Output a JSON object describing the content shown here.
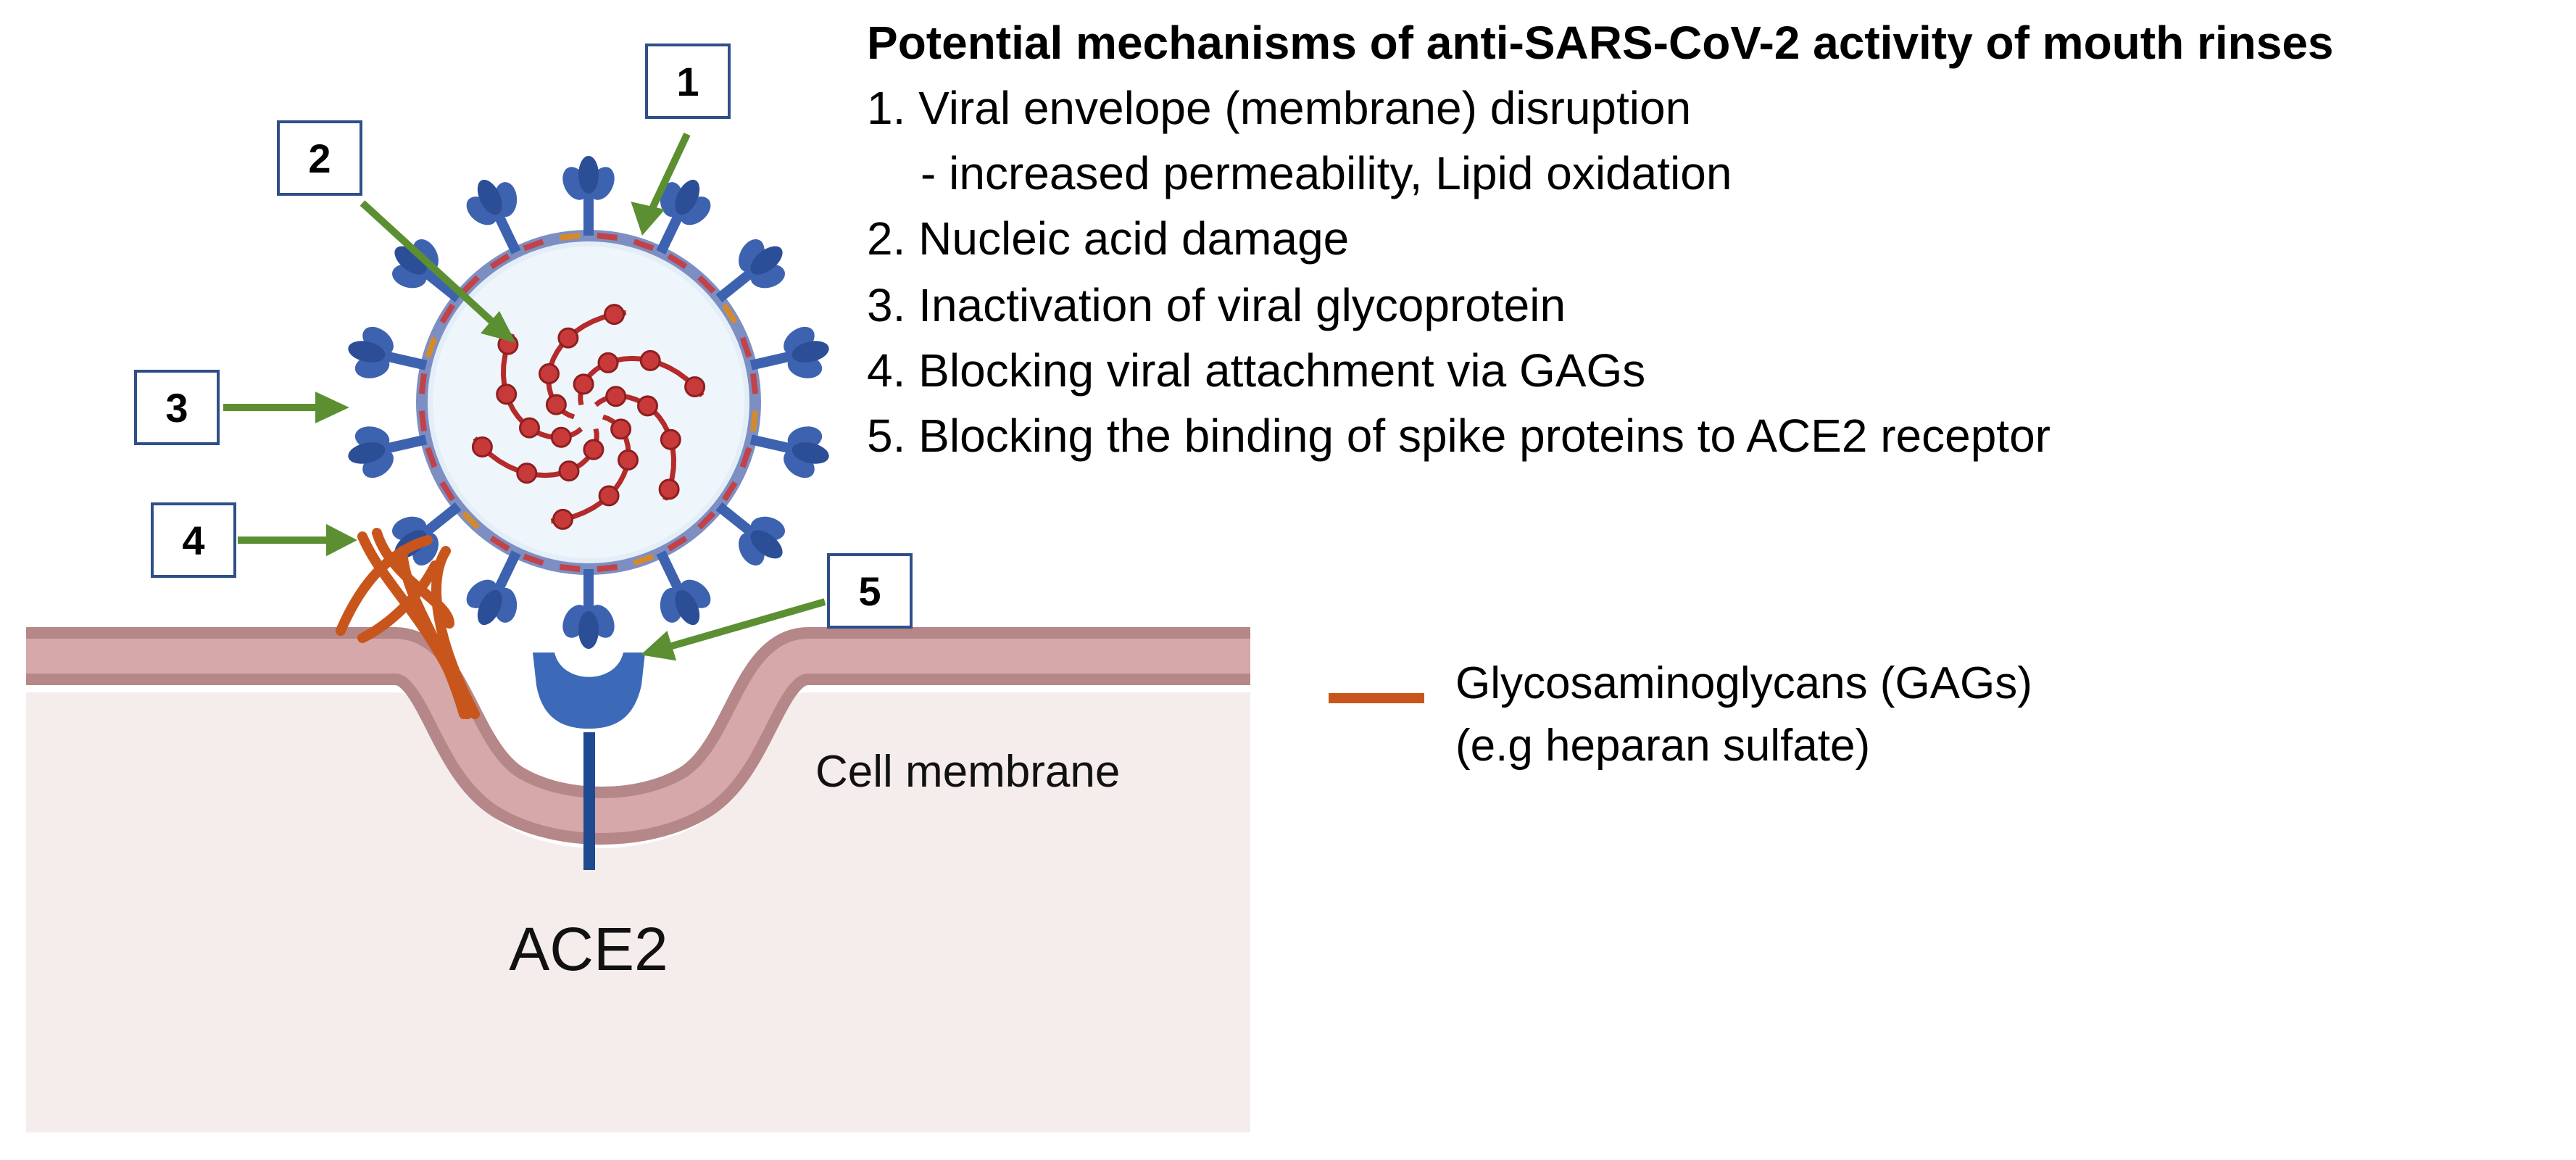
{
  "title": "Potential mechanisms of anti-SARS-CoV-2 activity of mouth rinses",
  "mechanisms": [
    "1. Viral envelope (membrane) disruption",
    "2. Nucleic acid damage",
    "3. Inactivation of viral glycoprotein",
    "4. Blocking viral attachment via GAGs",
    "5. Blocking the binding of spike proteins to ACE2 receptor"
  ],
  "mechanism_1_sub": "-  increased permeability, Lipid oxidation",
  "number_labels": [
    "1",
    "2",
    "3",
    "4",
    "5"
  ],
  "legend": {
    "line1": "Glycosaminoglycans (GAGs)",
    "line2": "(e.g heparan sulfate)",
    "color": "#c8561c"
  },
  "cell_membrane_label": "Cell membrane",
  "receptor_label": "ACE2",
  "colors": {
    "arrow": "#5c8f32",
    "spike": "#3d63b0",
    "rna": "#b52a2a",
    "membrane": "#b7868a",
    "cell_interior": "#f5ecec",
    "receptor": "#2f5ea8"
  }
}
